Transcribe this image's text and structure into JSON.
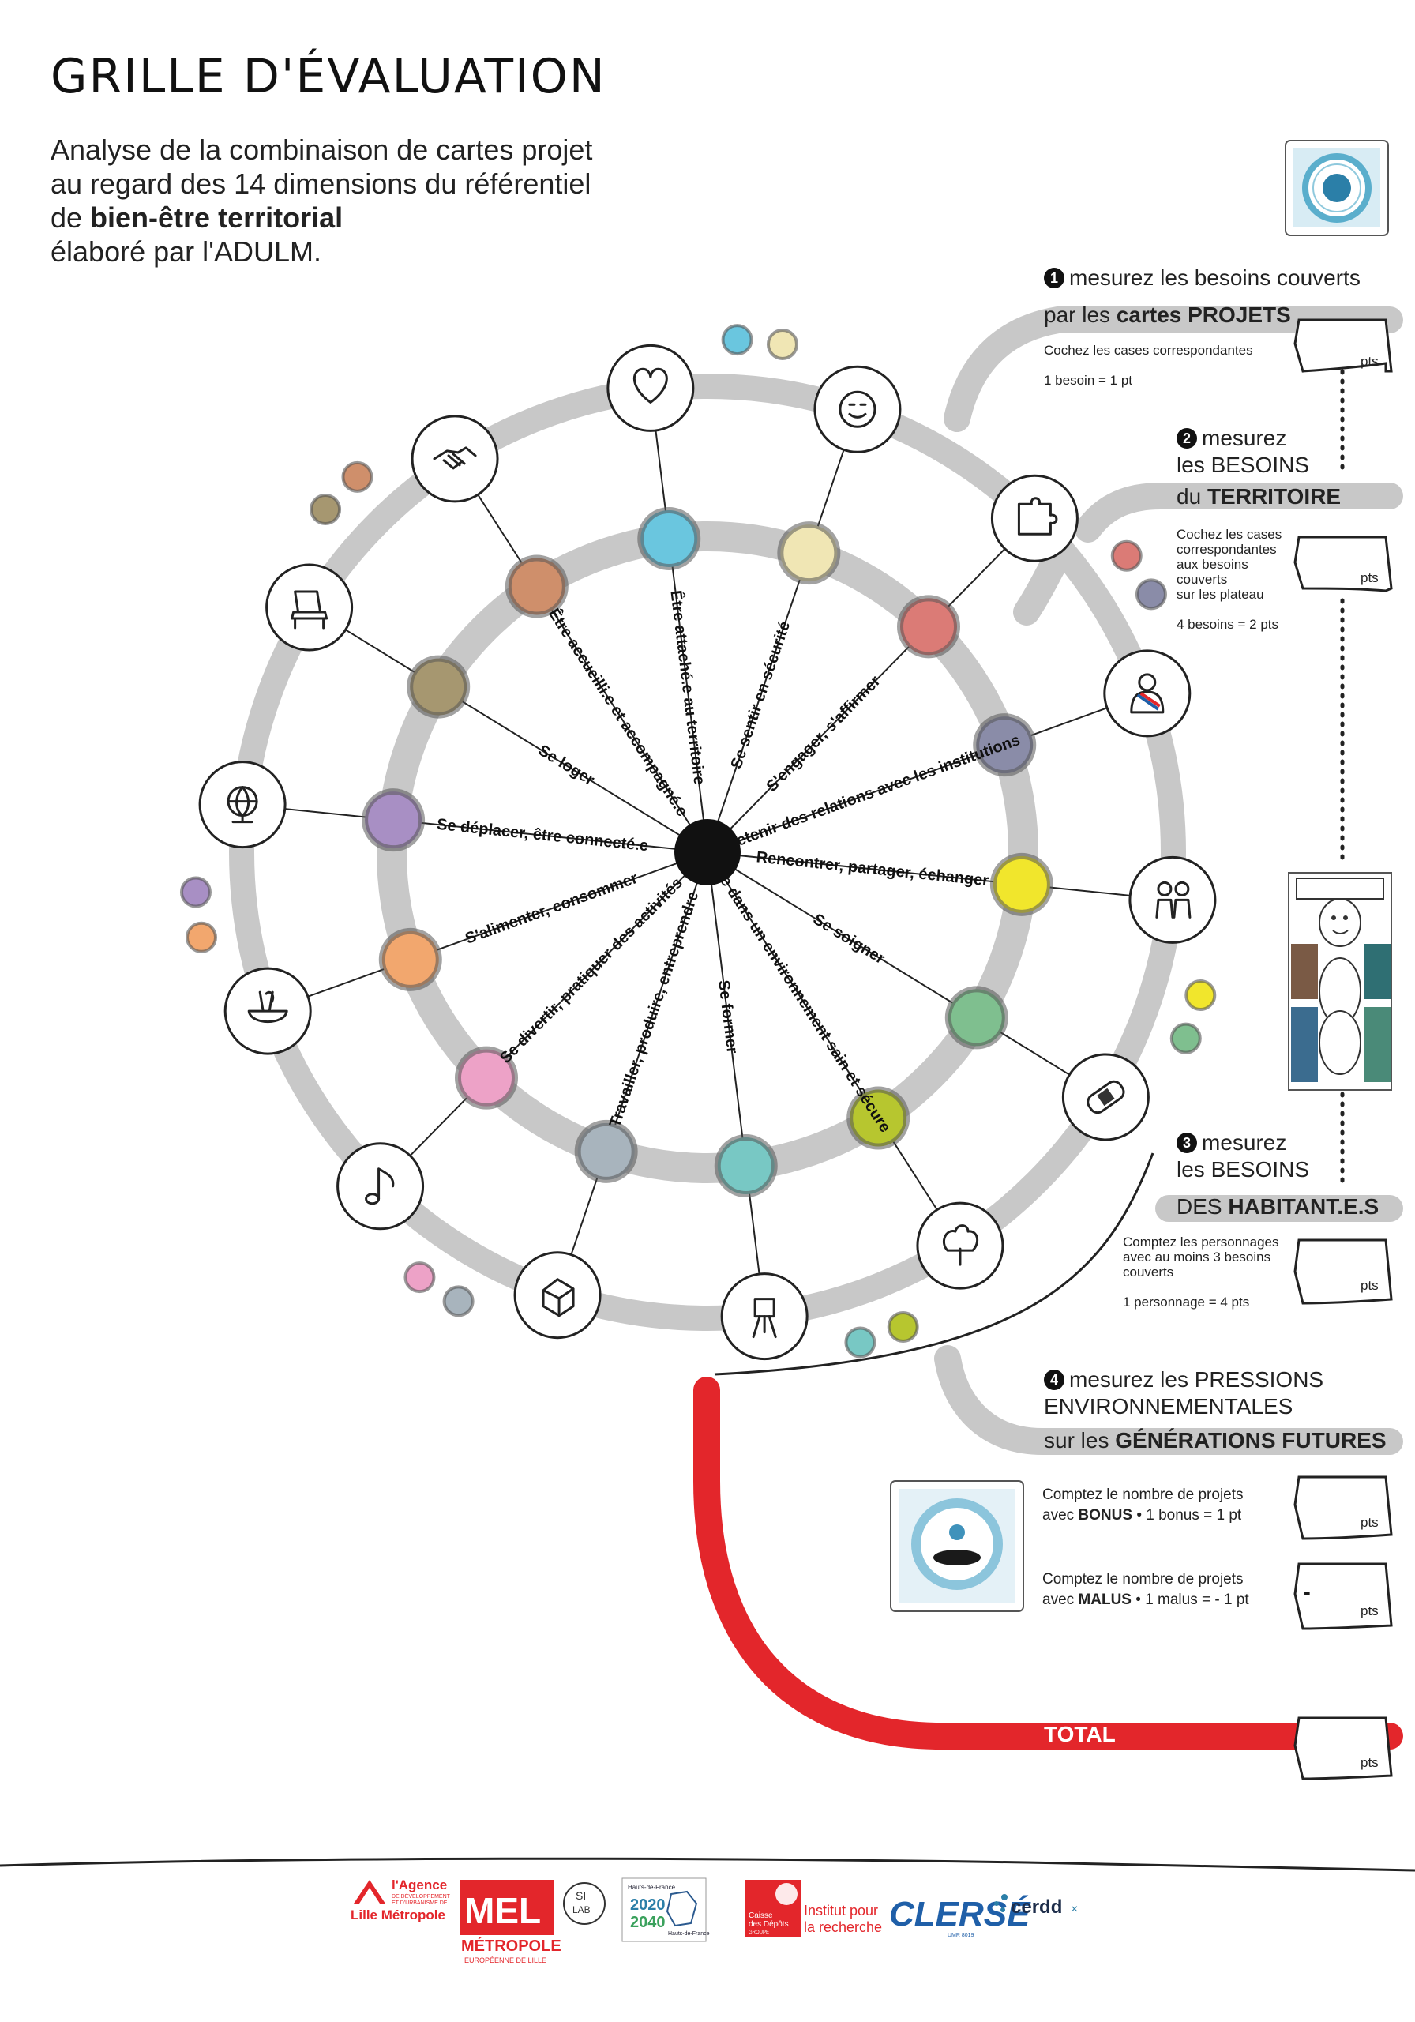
{
  "title": "GRILLE D'ÉVALUATION",
  "subtitle": {
    "line1": "Analyse de la combinaison de cartes projet",
    "line2": "au regard des 14 dimensions du référentiel",
    "line3_prefix": "de ",
    "line3_bold": "bien-être territorial",
    "line4": "élaboré par l'ADULM."
  },
  "wheel": {
    "spokes": [
      {
        "label": "Être attaché.e au territoire",
        "color": "#6ac6df",
        "icon": "heart-icon"
      },
      {
        "label": "Se sentir en sécurité",
        "color": "#f0e6b4",
        "icon": "smiley-icon"
      },
      {
        "label": "S'engager, s'affirmer",
        "color": "#db7b76",
        "icon": "puzzle-icon"
      },
      {
        "label": "Entretenir des relations avec les institutions",
        "color": "#8a8ca8",
        "icon": "mayor-sash-icon"
      },
      {
        "label": "Rencontrer, partager, échanger",
        "color": "#f1e62c",
        "icon": "people-icon"
      },
      {
        "label": "Se soigner",
        "color": "#7fbf8f",
        "icon": "bandage-icon"
      },
      {
        "label": "Vivre dans un environnement sain et sécure",
        "color": "#b7c62f",
        "icon": "tree-icon"
      },
      {
        "label": "Se former",
        "color": "#78c8c4",
        "icon": "easel-icon"
      },
      {
        "label": "Travailler, produire, entreprendre",
        "color": "#a8b4bd",
        "icon": "box-icon"
      },
      {
        "label": "Se divertir, pratiquer des activités",
        "color": "#eda2c7",
        "icon": "music-note-icon"
      },
      {
        "label": "S'alimenter, consommer",
        "color": "#f2a76e",
        "icon": "bowl-icon"
      },
      {
        "label": "Se déplacer, être connecté.e",
        "color": "#a88fc4",
        "icon": "globe-icon"
      },
      {
        "label": "Se loger",
        "color": "#a69770",
        "icon": "armchair-icon"
      },
      {
        "label": "Être accueilli.e et accompagné.e",
        "color": "#cf8f6b",
        "icon": "handshake-icon"
      }
    ]
  },
  "steps": [
    {
      "number": "1",
      "heading": "mesurez les besoins couverts",
      "band_prefix": "par les ",
      "band_bold": "cartes PROJETS",
      "instructions": [
        "Cochez les cases correspondantes",
        "",
        "1 besoin = 1 pt"
      ],
      "unit": "pts"
    },
    {
      "number": "2",
      "heading_line1": "mesurez",
      "heading_line2": "les BESOINS",
      "band_prefix": "du ",
      "band_bold": "TERRITOIRE",
      "instructions": [
        "Cochez les cases",
        "correspondantes",
        "aux besoins",
        "couverts",
        "sur les plateau",
        "",
        "4 besoins = 2 pts"
      ],
      "unit": "pts"
    },
    {
      "number": "3",
      "heading_line1": "mesurez",
      "heading_line2": "les BESOINS",
      "band_prefix": "DES ",
      "band_bold": "HABITANT.E.S",
      "instructions": [
        "Comptez les personnages",
        "avec au moins 3 besoins",
        "couverts",
        "",
        "1 personnage = 4 pts"
      ],
      "unit": "pts"
    },
    {
      "number": "4",
      "heading_line1": "mesurez les PRESSIONS",
      "heading_line2": "ENVIRONNEMENTALES",
      "band_prefix": "sur les ",
      "band_bold": "GÉNÉRATIONS FUTURES",
      "bonus": {
        "line1": "Comptez le nombre de projets",
        "prefix": "avec ",
        "bold": "BONUS",
        "suffix": " • 1 bonus = 1 pt",
        "unit": "pts"
      },
      "malus": {
        "line1": "Comptez le nombre de projets",
        "prefix": "avec ",
        "bold": "MALUS",
        "suffix": " • 1 malus = - 1 pt",
        "sign": "-",
        "unit": "pts"
      }
    }
  ],
  "total": {
    "label": "TOTAL",
    "unit": "pts"
  },
  "footer": {
    "logos": [
      {
        "name": "agence",
        "line1": "l'Agence",
        "line2": "DE DÉVELOPPEMENT",
        "line3": "ET D'URBANISME DE",
        "line4": "Lille Métropole"
      },
      {
        "name": "mel",
        "big": "MEL",
        "line1": "MÉTROPOLE",
        "line2": "EUROPÉENNE DE LILLE"
      },
      {
        "name": "silab",
        "line1": "SI",
        "line2": "LAB"
      },
      {
        "name": "hdf",
        "line1": "Hauts-de-France",
        "line2": "2020",
        "line3": "2040",
        "line4": "Hauts-de-France"
      },
      {
        "name": "cdc",
        "line1": "Caisse",
        "line2": "des Dépôts",
        "line3": "GROUPE",
        "line4": "Institut pour",
        "line5": "la recherche"
      },
      {
        "name": "clerse",
        "line1": "CLERSÉ",
        "line2": "UMR 8019"
      },
      {
        "name": "cerdd",
        "line1": "cerdd"
      }
    ]
  },
  "colors": {
    "band_grey": "#c8c8c8",
    "total_red": "#e3262b",
    "hub": "#111111"
  }
}
